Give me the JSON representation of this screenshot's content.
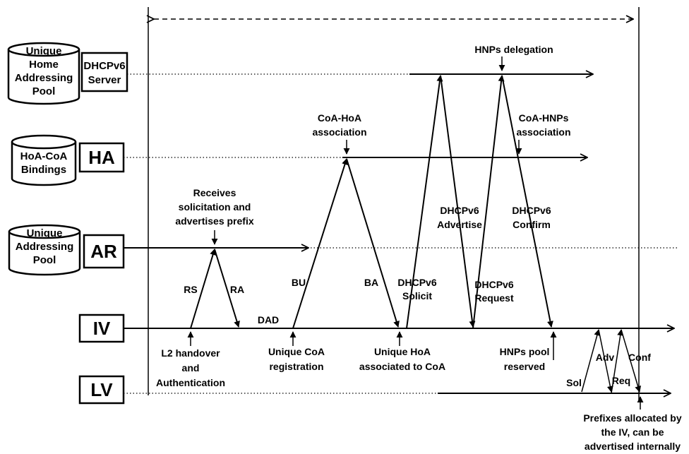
{
  "entities": {
    "dhcp_server": "DHCPv6\nServer",
    "ha": "HA",
    "ar": "AR",
    "iv": "IV",
    "lv": "LV"
  },
  "databases": {
    "home_pool": "Unique\nHome\nAddressing\nPool",
    "bindings": "HoA-CoA\nBindings",
    "addr_pool": "Unique\nAddressing\nPool"
  },
  "messages": {
    "rs": "RS",
    "ra": "RA",
    "bu": "BU",
    "ba": "BA",
    "dad": "DAD",
    "solicit": "DHCPv6\nSolicit",
    "advertise": "DHCPv6\nAdvertise",
    "request": "DHCPv6\nRequest",
    "confirm": "DHCPv6\nConfirm",
    "sol": "Sol",
    "adv": "Adv",
    "req": "Req",
    "conf": "Conf"
  },
  "annotations": {
    "hnps_delegation": "HNPs delegation",
    "coa_hoa_assoc": "CoA-HoA\nassociation",
    "coa_hnps_assoc": "CoA-HNPs\nassociation",
    "receives_solicitation": "Receives\nsolicitation and\nadvertises prefix",
    "l2_handover": "L2 handover\nand\nAuthentication",
    "unique_coa": "Unique CoA\nregistration",
    "unique_hoa": "Unique HoA\nassociated to CoA",
    "hnps_pool": "HNPs pool\nreserved",
    "prefixes_allocated": "Prefixes allocated by\nthe IV, can be\nadvertised internally"
  }
}
